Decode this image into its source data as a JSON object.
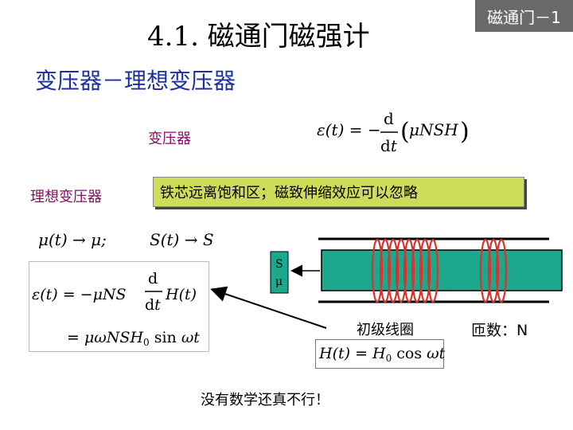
{
  "title": "4.1. 磁通门磁强计",
  "tag": "磁通门－1",
  "subtitle": "变压器－理想变压器",
  "label_transformer": "变压器",
  "label_ideal": "理想变压器",
  "note": "铁芯远离饱和区；磁致伸缩效应可以忽略",
  "label_primary": "初级线圈",
  "label_turns": "匝数：N",
  "label_math": "没有数学还真不行！",
  "core_labels": {
    "s": "S",
    "mu": "μ"
  },
  "colors": {
    "title_blue": "#1a2fa0",
    "label_magenta": "#8a0a6a",
    "note_bg": "#cddd5a",
    "core": "#1ba88c",
    "coil": "#e0302a",
    "tag_bg": "#6a6a6a"
  }
}
